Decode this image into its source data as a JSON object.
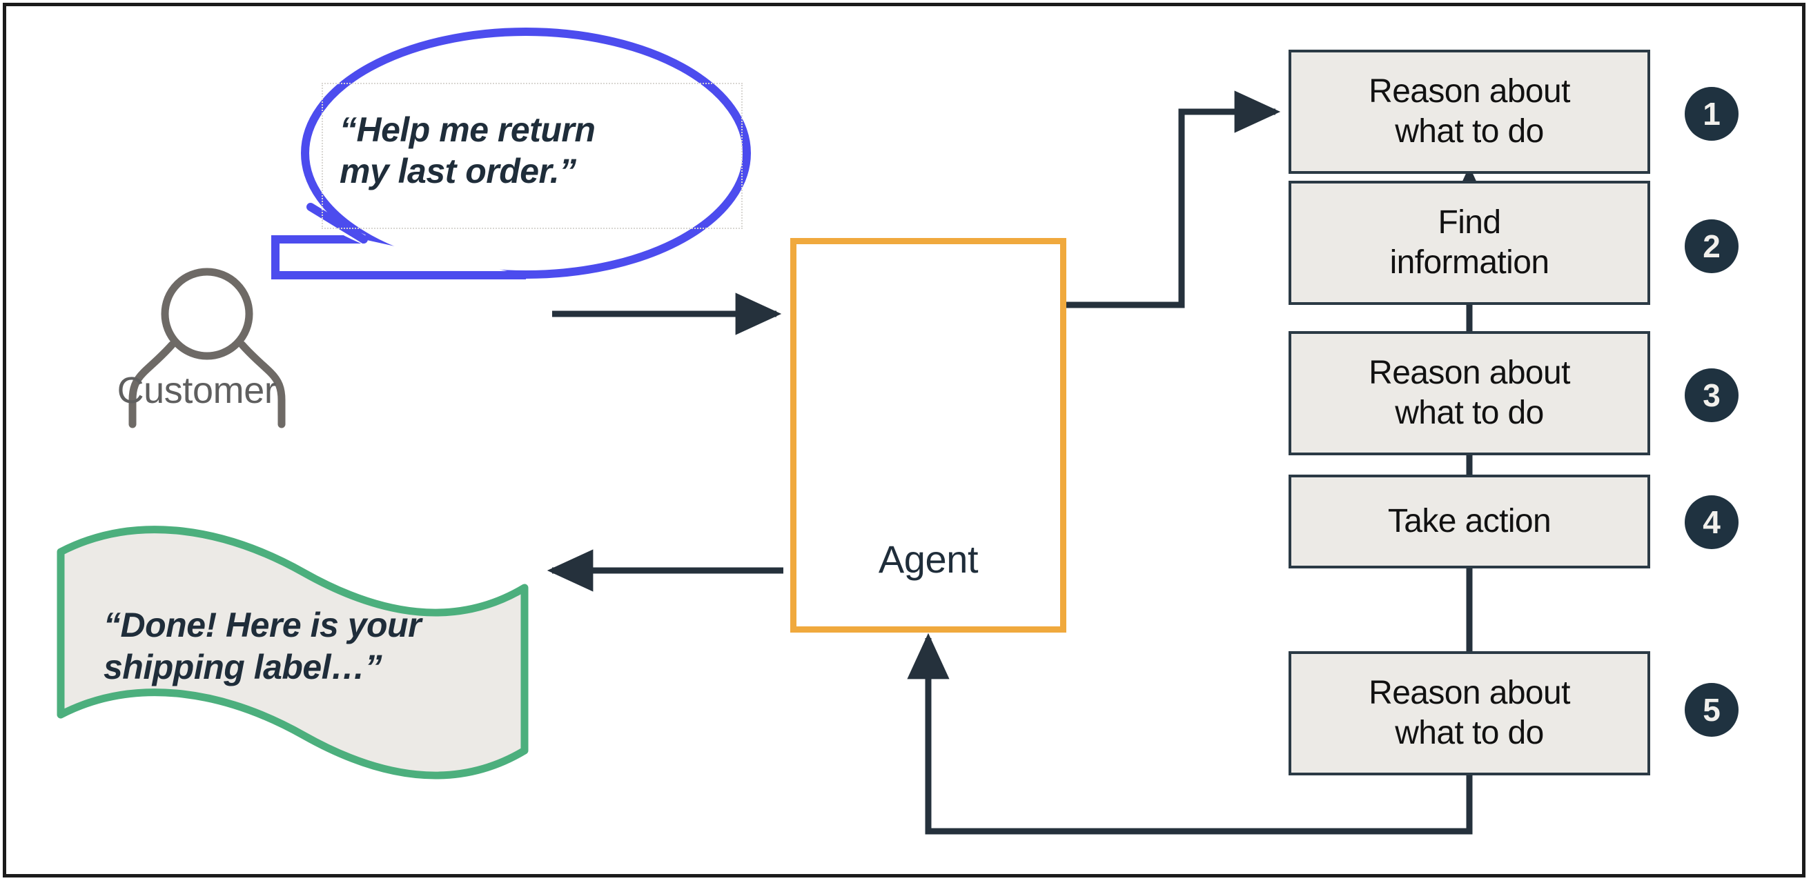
{
  "diagram": {
    "title": "Agent reasoning loop",
    "colors": {
      "agent_border": "#F0A93D",
      "speech_bubble": "#4C4CEE",
      "banner_border": "#4CAF7D",
      "banner_fill": "#ECEAE6",
      "step_fill": "#ECEAE6",
      "step_border": "#2b3a45",
      "badge_fill": "#1F3240",
      "arrow": "#25313C",
      "customer_icon": "#6E6A66",
      "frame": "#1b1b1b"
    },
    "customer": {
      "label": "Customer",
      "icon": "person-icon",
      "speech": {
        "text": "“Help me return\nmy last order.”",
        "shape": "ellipse-speech-bubble"
      }
    },
    "agent": {
      "label": "Agent",
      "icon": "gear-network-icon"
    },
    "response_banner": {
      "text": "“Done! Here is your\nshipping label…”",
      "shape": "wavy-flag-banner"
    },
    "steps": [
      {
        "number": "1",
        "label": "Reason about\nwhat to do"
      },
      {
        "number": "2",
        "label": "Find\ninformation"
      },
      {
        "number": "3",
        "label": "Reason about\nwhat to do"
      },
      {
        "number": "4",
        "label": "Take action"
      },
      {
        "number": "5",
        "label": "Reason about\nwhat to do"
      }
    ],
    "connections": [
      {
        "name": "customer-to-agent",
        "style": "arrow-right"
      },
      {
        "name": "agent-to-step-1",
        "style": "elbow-arrow-up-right"
      },
      {
        "name": "step-1-to-step-2",
        "style": "arrow-down"
      },
      {
        "name": "step-2-to-step-3",
        "style": "line"
      },
      {
        "name": "step-3-to-step-4",
        "style": "line"
      },
      {
        "name": "step-4-to-step-5",
        "style": "line"
      },
      {
        "name": "step-5-to-agent",
        "style": "elbow-arrow-left-up"
      },
      {
        "name": "agent-to-response",
        "style": "arrow-left"
      }
    ]
  }
}
